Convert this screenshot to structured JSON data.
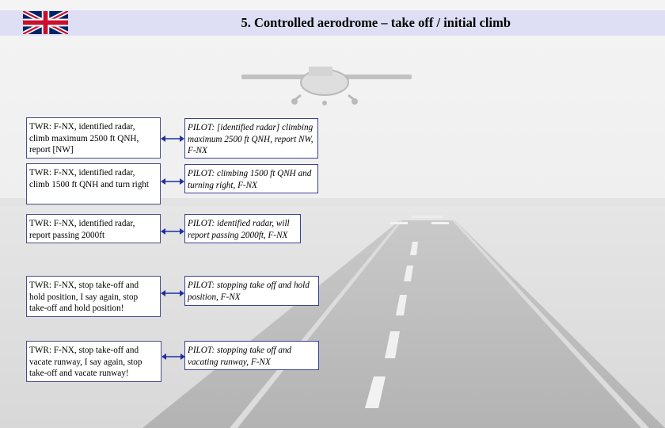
{
  "slide": {
    "title": "5. Controlled aerodrome – take off / initial climb",
    "flag_icon": "uk-flag-icon",
    "colors": {
      "title_bar": "#dedff5",
      "box_border": "#4b4e86",
      "arrow": "#1f2fa0"
    }
  },
  "exchanges": [
    {
      "twr": "TWR: F-NX, identified radar, climb maximum 2500 ft QNH, report [NW]",
      "pilot": "PILOT: [identified radar] climbing maximum 2500 ft QNH, report NW, F-NX"
    },
    {
      "twr": "TWR: F-NX, identified radar, climb 1500 ft QNH and turn right",
      "pilot": "PILOT: climbing 1500 ft QNH and turning right, F-NX"
    },
    {
      "twr": "TWR: F-NX, identified radar, report passing 2000ft",
      "pilot": "PILOT: identified radar, will report passing 2000ft, F-NX"
    },
    {
      "twr": "TWR: F-NX, stop take-off and hold position, I say again, stop take-off and hold position!",
      "pilot": "PILOT: stopping take off and hold position, F-NX"
    },
    {
      "twr": "TWR: F-NX, stop take-off and vacate runway, I say again, stop take-off and vacate runway!",
      "pilot": "PILOT: stopping take off and vacating runway, F-NX"
    }
  ]
}
